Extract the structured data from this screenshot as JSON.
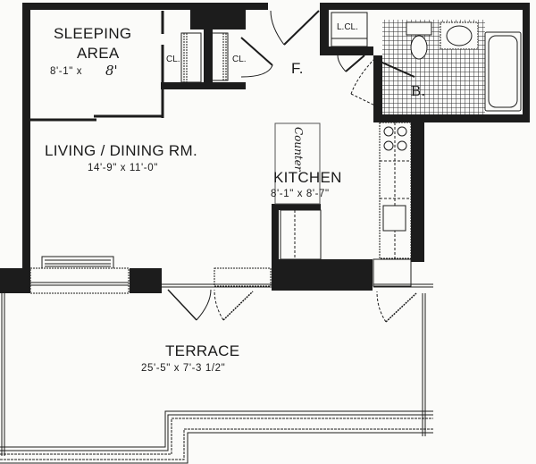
{
  "plan": {
    "rooms": {
      "sleeping": {
        "name_line1": "SLEEPING",
        "name_line2": "AREA",
        "dim_a": "8'-1\" x",
        "dim_b": "8'"
      },
      "living": {
        "name": "LIVING / DINING RM.",
        "dim": "14'-9\" x 11'-0\""
      },
      "kitchen": {
        "name": "KITCHEN",
        "dim": "8'-1\" x 8'-7\"",
        "counter_note": "Counter"
      },
      "terrace": {
        "name": "TERRACE",
        "dim": "25'-5\" x 7'-3 1/2\""
      },
      "foyer": {
        "name": "F."
      },
      "bath": {
        "name": "B."
      },
      "closet1": {
        "name": "CL."
      },
      "closet2": {
        "name": "CL."
      },
      "linen_closet": {
        "name": "L.CL."
      }
    },
    "colors": {
      "wall": "#1c1c1c",
      "background": "#fbfbf9",
      "tile": "#2a2a2a"
    }
  }
}
